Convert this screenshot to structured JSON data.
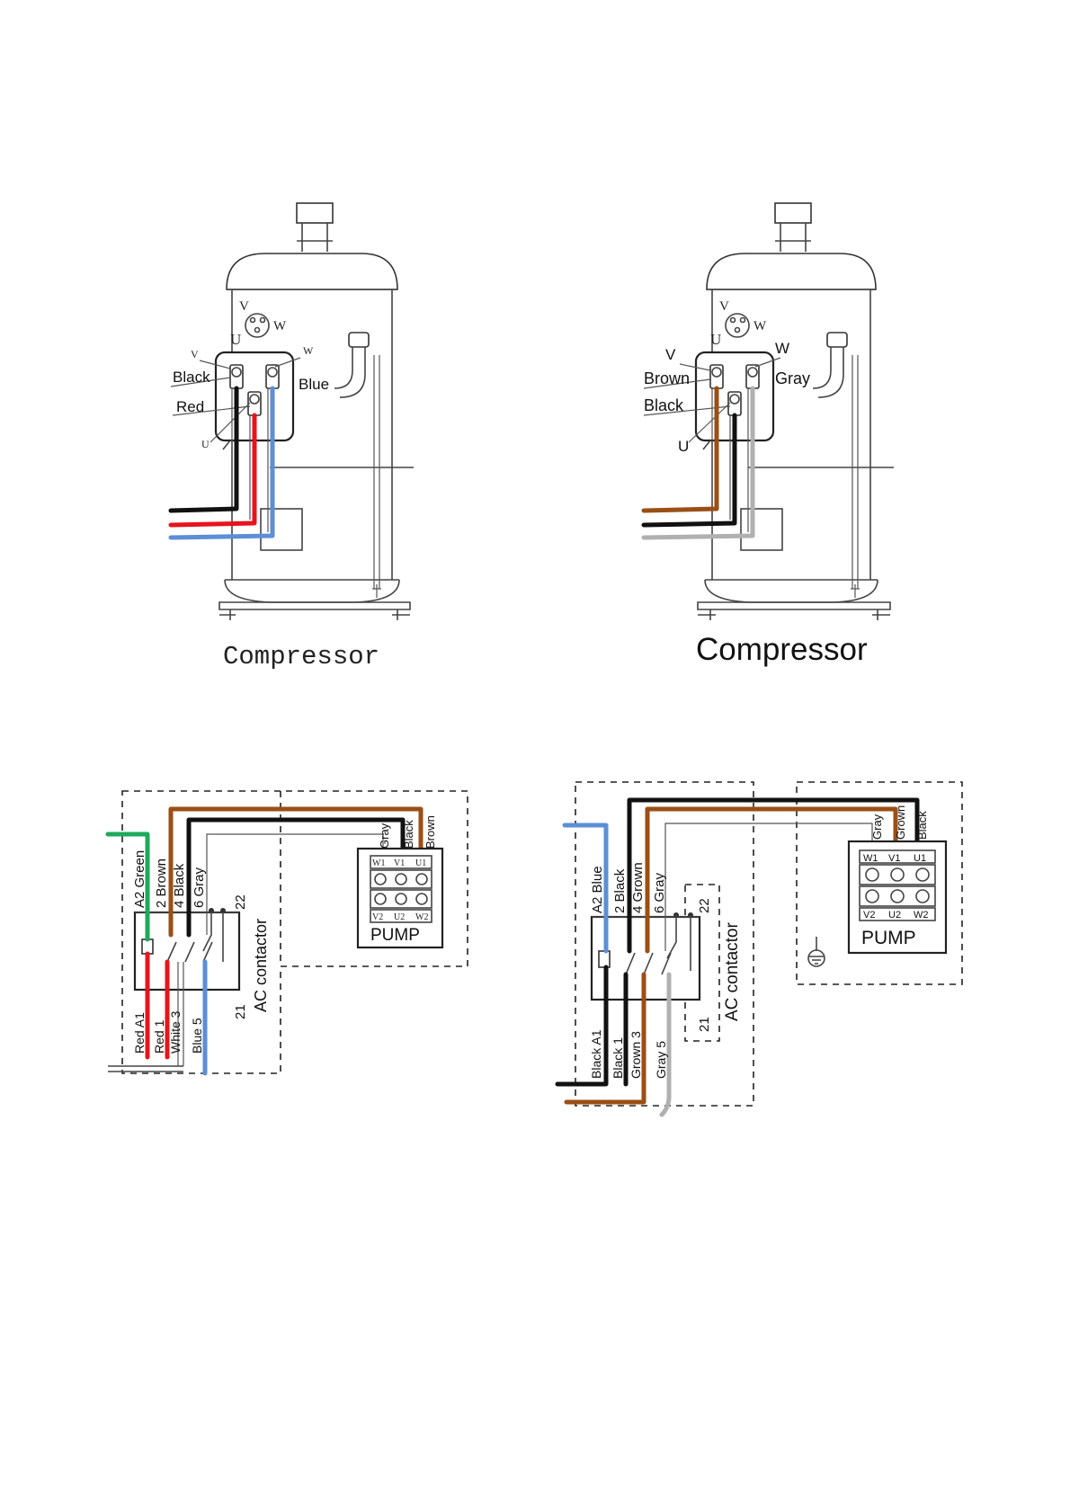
{
  "colors": {
    "black": "#111111",
    "red": "#e8141c",
    "blue": "#5b8fd6",
    "brown": "#9a4f16",
    "gray": "#b0b0b0",
    "green": "#1ea95b"
  },
  "compressor_left": {
    "caption": "Compressor",
    "port_labels": {
      "v": "V",
      "w": "W",
      "u": "U"
    },
    "terminal_labels": {
      "v": "V",
      "w": "W",
      "u": "U"
    },
    "wire_labels": {
      "black": "Black",
      "red": "Red",
      "blue": "Blue"
    }
  },
  "compressor_right": {
    "caption": "Compressor",
    "port_labels": {
      "v": "V",
      "w": "W",
      "u": "U"
    },
    "terminal_labels": {
      "v": "V",
      "w": "W",
      "u": "U"
    },
    "wire_labels": {
      "brown": "Brown",
      "black": "Black",
      "gray": "Gray"
    }
  },
  "contactor_left": {
    "title": "AC contactor",
    "top_labels": [
      "A2 Green",
      "2 Brown",
      "4 Black",
      "6 Gray"
    ],
    "aux_top": "22",
    "aux_bottom": "21",
    "bottom_labels": [
      "Red A1",
      "Red 1",
      "White 3",
      "Blue 5"
    ],
    "pump": {
      "label": "PUMP",
      "top_terminals": [
        "W1",
        "V1",
        "U1"
      ],
      "bottom_terminals": [
        "V2",
        "U2",
        "W2"
      ],
      "wire_labels": [
        "Gray",
        "Black",
        "Brown"
      ]
    }
  },
  "contactor_right": {
    "title": "AC contactor",
    "top_labels": [
      "A2 Blue",
      "2 Black",
      "4 Grown",
      "6 Gray"
    ],
    "aux_top": "22",
    "aux_bottom": "21",
    "bottom_labels": [
      "Black A1",
      "Black 1",
      "Grown 3",
      "Gray 5"
    ],
    "pump": {
      "label": "PUMP",
      "top_terminals": [
        "W1",
        "V1",
        "U1"
      ],
      "bottom_terminals": [
        "V2",
        "U2",
        "W2"
      ],
      "wire_labels": [
        "Gray",
        "Grown",
        "Black"
      ]
    }
  }
}
